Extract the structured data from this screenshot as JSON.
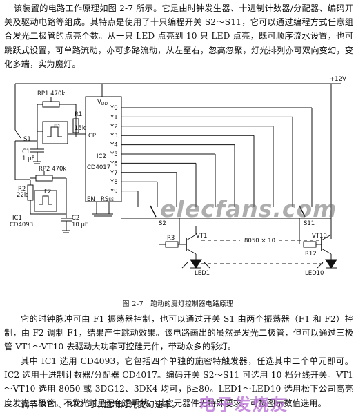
{
  "document": {
    "intro": "该装置的电路工作原理如图 2-7 所示。它是由时钟发生器、十进制计数器/分配器、编码开关及驱动电路等组成。其特点是使用了十只编程开关 S2～S11，它可以通过编程方式任意组合发光二极管的点亮个数。从一只 LED 点亮到 10 只 LED 点亮，既可顺序流水设置，也可跳跃式设置，可单路流动，亦可多路流动，从左至右，忽高忽聚，灯光排列亦可双向变幻，变化多端，实为魔灯。",
    "figure_caption": "图 2-7　跑动的魔灯控制器电路原理",
    "para_clock": "它的时钟脉冲可由 F1 振荡器控制，也可以通过开关 S1 由两个振荡器（F1 和 F2）控制，由 F2 调制 F1，结果产生跳动效果。该电路画出的虽然是发光二极管，但可以通过三极管 VT1～VT10 去驱动大功率可控硅元件，带动众多的彩灯。",
    "para_parts": "其中 IC1 选用 CD4093，它包括四个单独的施密特触发器，任选其中二个单元即可。IC2 选用十进制计数器/分配器 CD4017。编码开关 S2～S11 可选用 10 档分线开关。VT1～VT10 选用 8050 或 3DG12、3DK4 均可，β≥80。LED1～LED10 选用松下公司高亮度发光二极管，不发光时呈无色透明状。其它元器件无特殊要求，可按图示数值选用。",
    "para_adjust": "调节 RP1、RP2 可以控制灯光变幻速率。"
  },
  "schematic": {
    "supply": "+12V",
    "vdd": "V",
    "vdd_sub": "DD",
    "outputs": [
      "Y0",
      "Y1",
      "Y2",
      "Y3",
      "Y4",
      "Y5",
      "Y6",
      "Y7",
      "Y8",
      "Y9"
    ],
    "ic2_name": "IC2",
    "ic2_part": "CD4017",
    "cp": "CP",
    "en": "EN",
    "rs": "RS",
    "rs_sub": "SS",
    "rp1": "RP1 470k",
    "rp2": "RP2 470k",
    "f1": "F1",
    "f2": "F2",
    "r1": "R1",
    "r1_val": "15k",
    "r2": "R2",
    "r2_val": "22k",
    "c1": "C1",
    "c1_val": "1 μF",
    "c2": "C2",
    "c2_val": "10 μF",
    "s1": "S1",
    "s2": "S2",
    "s11": "S11",
    "r3": "R3",
    "r12": "R12",
    "vt1": "VT1",
    "vt10": "VT10",
    "chain": "8050 × 10",
    "led1": "LED1",
    "led10": "LED10",
    "ic1": "IC1",
    "ic1_part": "CD4093"
  },
  "watermarks": {
    "site": "elecfans.com",
    "brand": "电子发烧友"
  }
}
